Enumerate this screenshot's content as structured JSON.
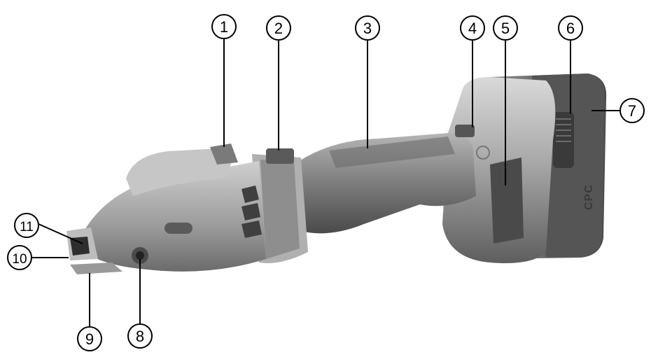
{
  "diagram": {
    "brand_label": "CPC",
    "callouts": [
      {
        "id": "1",
        "label": "1"
      },
      {
        "id": "2",
        "label": "2"
      },
      {
        "id": "3",
        "label": "3"
      },
      {
        "id": "4",
        "label": "4"
      },
      {
        "id": "5",
        "label": "5"
      },
      {
        "id": "6",
        "label": "6"
      },
      {
        "id": "7",
        "label": "7"
      },
      {
        "id": "8",
        "label": "8"
      },
      {
        "id": "9",
        "label": "9"
      },
      {
        "id": "10",
        "label": "10"
      },
      {
        "id": "11",
        "label": "11"
      }
    ]
  }
}
